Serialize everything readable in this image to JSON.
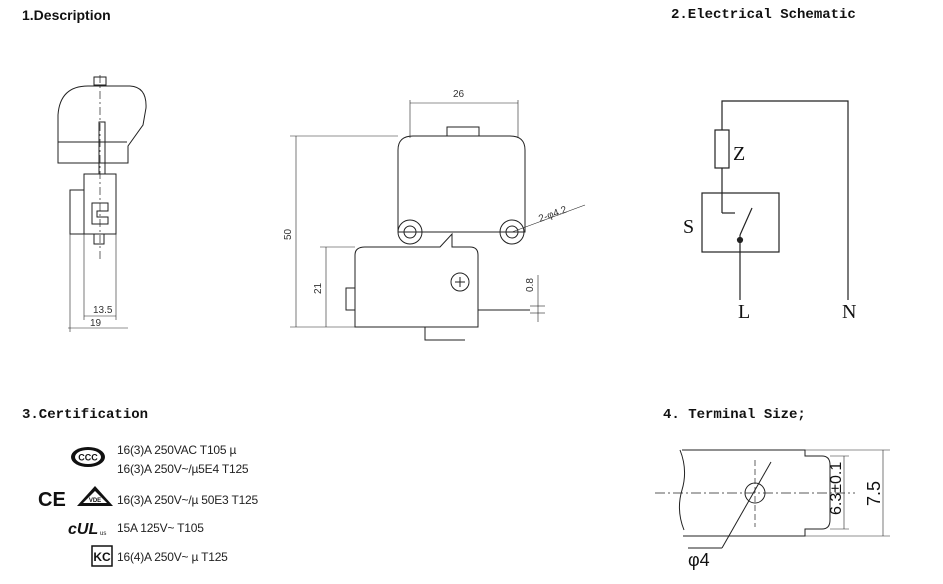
{
  "headings": {
    "description": "1.Description",
    "schematic": "2.Electrical  Schematic",
    "certification": "3.Certification",
    "terminal": "4. Terminal  Size;"
  },
  "description": {
    "dims": {
      "width_13_5": "13.5",
      "width_19": "19",
      "width_26": "26",
      "height_50": "50",
      "height_21": "21",
      "hole": "2-φ4.2",
      "gap_0_8": "0.8"
    }
  },
  "schematic": {
    "labels": {
      "z": "Z",
      "s": "S",
      "l": "L",
      "n": "N"
    }
  },
  "certification": {
    "rows": [
      {
        "logo": "ccc-logo",
        "text": "16(3)A  250VAC  T105  µ"
      },
      {
        "logo": "",
        "text": "16(3)A  250V~/µ5E4  T125"
      },
      {
        "logo": "ce-vde-logo",
        "text": "16(3)A  250V~/µ 50E3  T125"
      },
      {
        "logo": "ul-logo",
        "text": "15A  125V~ T105"
      },
      {
        "logo": "kc-logo",
        "text": "16(4)A  250V~   µ  T125"
      }
    ]
  },
  "terminal": {
    "dims": {
      "inner": "6.3±0.1",
      "outer": "7.5",
      "hole": "φ4"
    }
  }
}
